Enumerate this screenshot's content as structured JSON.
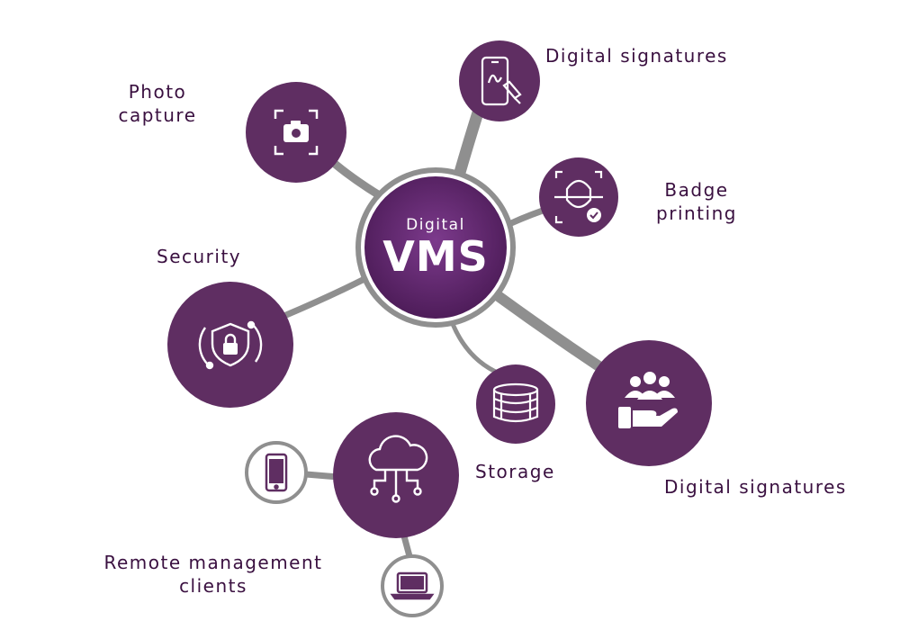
{
  "center": {
    "small": "Digital",
    "big": "VMS"
  },
  "labels": {
    "photo_capture": [
      "Photo",
      "capture"
    ],
    "digital_signatures_top": "Digital signatures",
    "badge_printing": [
      "Badge",
      "printing"
    ],
    "security": "Security",
    "storage": "Storage",
    "digital_signatures_bottom": "Digital signatures",
    "remote_management": [
      "Remote management",
      "clients"
    ]
  },
  "colors": {
    "node_purple": "#5f2e62",
    "center_purple": "#6a2a78",
    "connector_gray": "#8f8f8f",
    "text_dark": "#3a1040",
    "icon_white": "#ffffff"
  },
  "icons": {
    "photo_capture": "camera-icon",
    "digital_signatures_top": "tablet-signature-icon",
    "badge_printing": "face-scan-icon",
    "security": "shield-lock-icon",
    "storage": "database-icon",
    "digital_signatures_bottom": "people-hand-icon",
    "remote_management": "cloud-network-icon",
    "mobile_client": "phone-icon",
    "laptop_client": "laptop-icon"
  }
}
